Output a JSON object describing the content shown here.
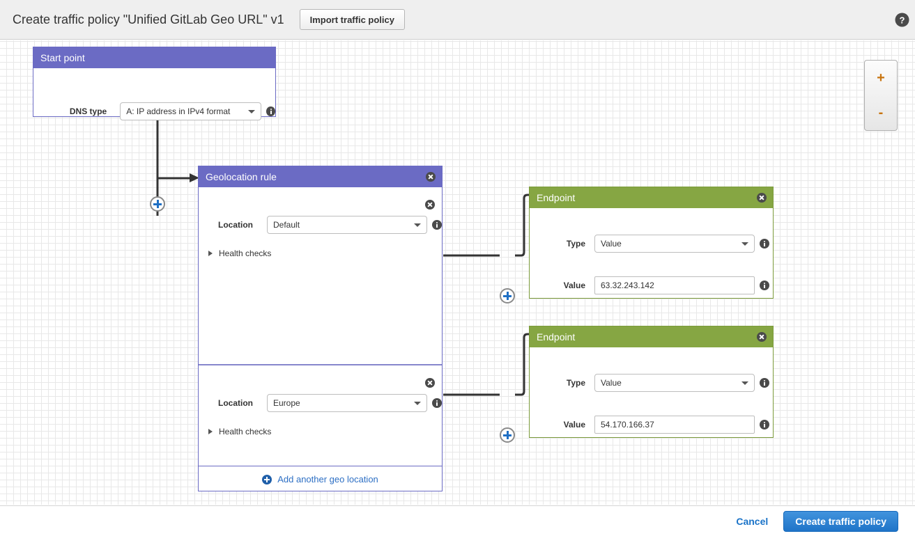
{
  "header": {
    "title": "Create traffic policy \"Unified GitLab Geo URL\" v1",
    "import_button": "Import traffic policy",
    "help_icon": "help-circle-icon"
  },
  "canvas": {
    "zoom_in": "+",
    "zoom_out": "-"
  },
  "start_point": {
    "title": "Start point",
    "dns_type_label": "DNS type",
    "dns_type_value": "A: IP address in IPv4 format"
  },
  "geolocation_rule": {
    "title": "Geolocation rule",
    "locations": [
      {
        "label": "Location",
        "value": "Default",
        "health_checks_label": "Health checks"
      },
      {
        "label": "Location",
        "value": "Europe",
        "health_checks_label": "Health checks"
      }
    ],
    "add_location_label": "Add another geo location"
  },
  "endpoints": [
    {
      "title": "Endpoint",
      "type_label": "Type",
      "type_value": "Value",
      "value_label": "Value",
      "value_value": "63.32.243.142"
    },
    {
      "title": "Endpoint",
      "type_label": "Type",
      "type_value": "Value",
      "value_label": "Value",
      "value_value": "54.170.166.37"
    }
  ],
  "footer": {
    "cancel_label": "Cancel",
    "create_label": "Create traffic policy"
  },
  "colors": {
    "rule_purple": "#6b6bc4",
    "endpoint_green": "#86a643",
    "primary_blue": "#1f74c8",
    "link_blue": "#2d6fc4"
  }
}
